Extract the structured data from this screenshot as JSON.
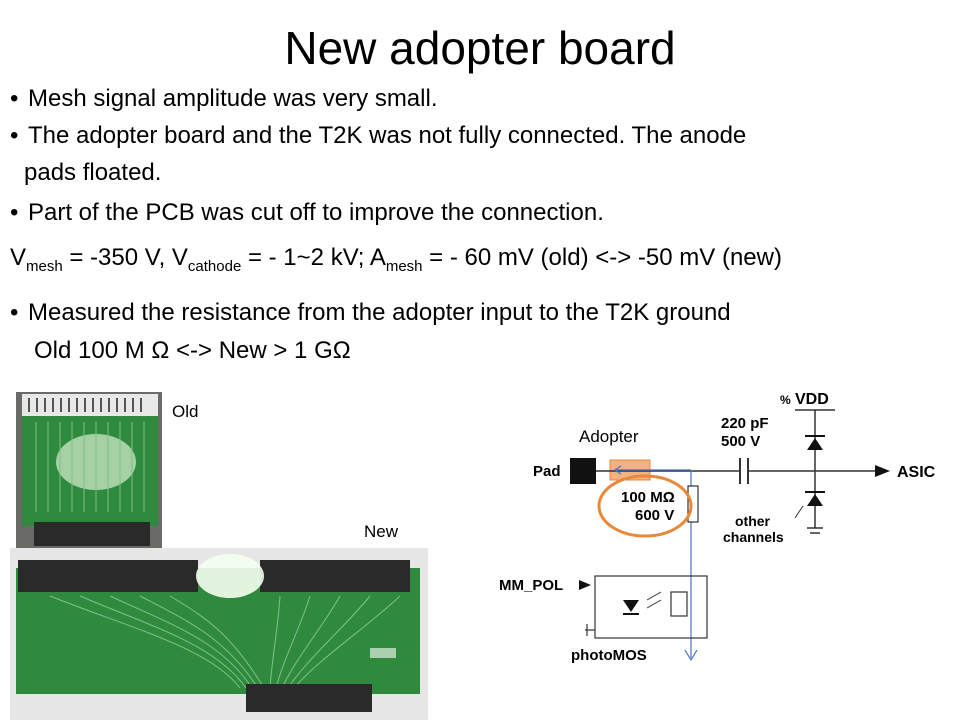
{
  "title": "New adopter board",
  "bullets": {
    "b1": "Mesh signal amplitude was very small.",
    "b2_line1": "The adopter board and the T2K was not fully connected. The anode",
    "b2_line2": "pads floated.",
    "b3": "Part of the PCB was cut off to improve the connection."
  },
  "equation": {
    "v1": "V",
    "v1_sub": "mesh",
    "v1_val": " = -350 V, V",
    "v2_sub": "cathode",
    "v2_val": " = - 1~2 kV; A",
    "a_sub": "mesh",
    "a_val": " = - 60 mV (old) <-> -50 mV (new)"
  },
  "resistance": {
    "line1": "Measured the resistance from the adopter input to the T2K ground",
    "line2": "Old 100 M Ω  <-> New > 1 GΩ"
  },
  "labels": {
    "old": "Old",
    "new": "New",
    "adopter": "Adopter"
  },
  "circuit": {
    "vdd": "VDD",
    "cap_line1": "220 pF",
    "cap_line2": "500 V",
    "pad": "Pad",
    "asic": "ASIC",
    "res_line1": "100 MΩ",
    "res_line2": "600 V",
    "other_line1": "other",
    "other_line2": "channels",
    "mm_pol": "MM_POL",
    "photomos": "photoMOS"
  },
  "colors": {
    "pcb_green": "#2f8a3e",
    "connector": "#2a2a2a",
    "highlight_circle": "#e8883a",
    "adopter_box": "#f4b183",
    "blue_line": "#4a72c4"
  }
}
